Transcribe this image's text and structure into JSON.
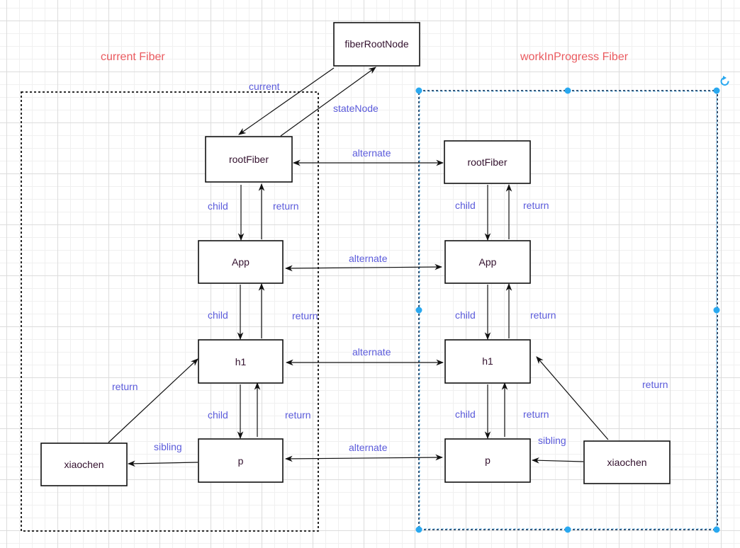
{
  "titles": {
    "current": "current Fiber",
    "work_in_progress": "workInProgress Fiber"
  },
  "colors": {
    "title": "#ea5a5f",
    "edge_label": "#5b5bdb",
    "node_text": "#33112e",
    "selection": "#29a8ef"
  },
  "nodes": {
    "fiber_root_node": "fiberRootNode",
    "current_root_fiber": "rootFiber",
    "current_app": "App",
    "current_h1": "h1",
    "current_p": "p",
    "current_xiaochen": "xiaochen",
    "wip_root_fiber": "rootFiber",
    "wip_app": "App",
    "wip_h1": "h1",
    "wip_p": "p",
    "wip_xiaochen": "xiaochen"
  },
  "edge_labels": {
    "current": "current",
    "state_node": "stateNode",
    "alternate_root": "alternate",
    "alternate_app": "alternate",
    "alternate_h1": "alternate",
    "alternate_p": "alternate",
    "current_root_child": "child",
    "current_root_return": "return",
    "current_app_child": "child",
    "current_app_return": "return",
    "current_h1_child": "child",
    "current_h1_return": "return",
    "current_xiaochen_return": "return",
    "current_sibling": "sibling",
    "wip_root_child": "child",
    "wip_root_return": "return",
    "wip_app_child": "child",
    "wip_app_return": "return",
    "wip_h1_child": "child",
    "wip_h1_return": "return",
    "wip_xiaochen_return": "return",
    "wip_sibling": "sibling"
  },
  "icons": {
    "rotate": "rotate-handle-icon"
  }
}
